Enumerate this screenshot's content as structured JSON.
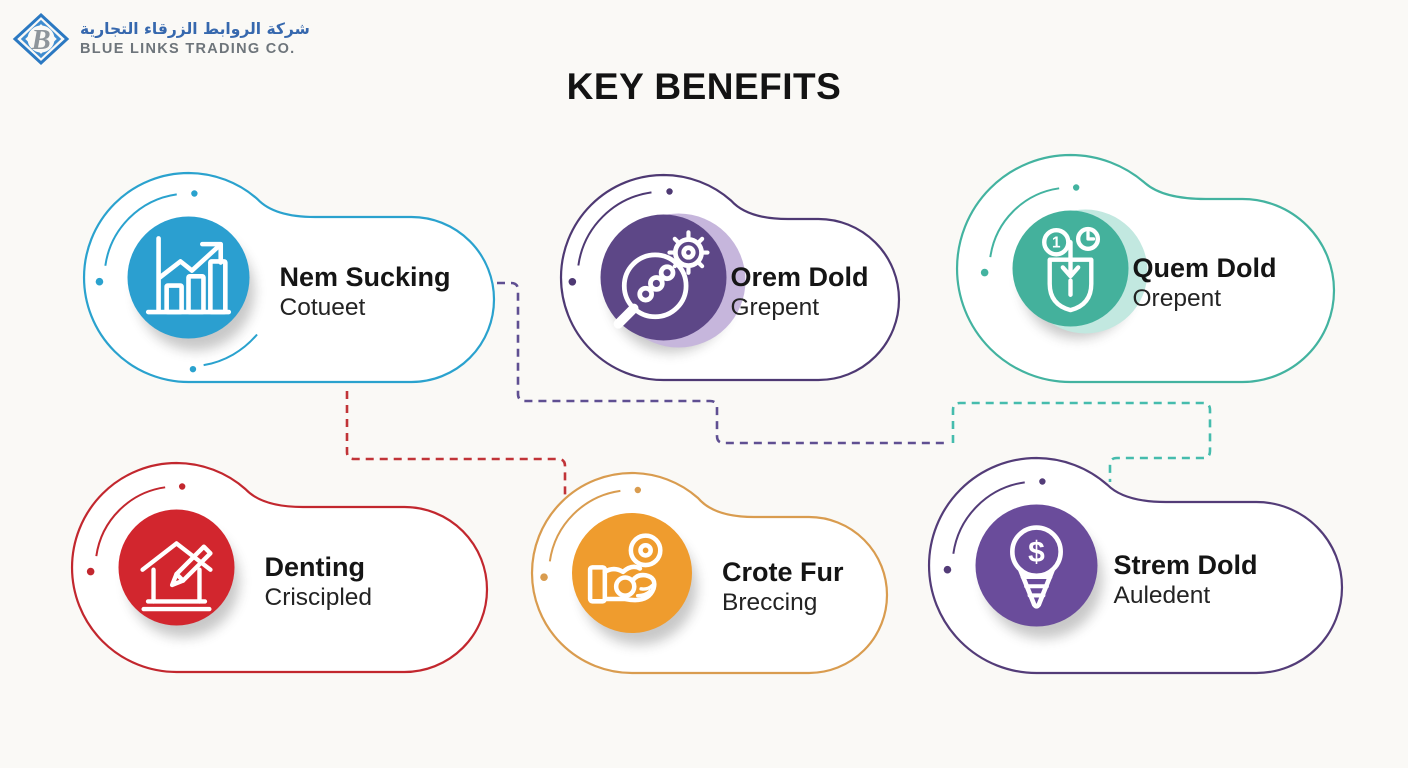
{
  "logo": {
    "arabic_name": "شركة الروابط الزرقاء التجارية",
    "english_name": "BLUE LINKS TRADING CO.",
    "monogram": "B"
  },
  "title": "KEY BENEFITS",
  "colors": {
    "background": "#FAF9F6",
    "title_text": "#131313",
    "logo_blue_outer": "#2B79C2",
    "logo_blue_mid": "#3E8CD0",
    "logo_blue_inner": "#5EA3DC",
    "logo_monogram_gray": "#8E959B",
    "logo_arabic_blue": "#3668AE",
    "logo_english_gray": "#6E757B"
  },
  "cards": [
    {
      "id": "nem-sucking",
      "title": "Nem Sucking",
      "subtitle": "Cotueet",
      "icon": "bar-chart-growth-icon",
      "fill": "#2B9FD0",
      "outline": "#2AA2CE",
      "accent": "#2AA2CE",
      "tint": "#BFE2F0"
    },
    {
      "id": "orem-dold",
      "title": "Orem Dold",
      "subtitle": "Grepent",
      "icon": "search-gears-icon",
      "fill": "#5D4787",
      "outline": "#4E3973",
      "accent": "#4E3973",
      "tint": "#C6B6DC"
    },
    {
      "id": "quem-dold",
      "title": "Quem Dold",
      "subtitle": "Orepent",
      "icon": "shield-clock-icon",
      "fill": "#44B19C",
      "outline": "#43B3A0",
      "accent": "#43B3A0",
      "tint": "#C2E8E0"
    },
    {
      "id": "denting",
      "title": "Denting",
      "subtitle": "Criscipled",
      "icon": "house-pencil-icon",
      "fill": "#D2262E",
      "outline": "#C2272E",
      "accent": "#C2272E",
      "tint": "#F2C7C9"
    },
    {
      "id": "crote-fur",
      "title": "Crote Fur",
      "subtitle": "Breccing",
      "icon": "hand-coin-icon",
      "fill": "#EF9C2E",
      "outline": "#D99C4F",
      "accent": "#D99C4F",
      "tint": "#F7DDB5"
    },
    {
      "id": "strem-dold",
      "title": "Strem Dold",
      "subtitle": "Auledent",
      "icon": "dollar-bulb-icon",
      "fill": "#6A4C9B",
      "outline": "#533C78",
      "accent": "#533C78",
      "tint": "#CFC2E4"
    }
  ],
  "connectors": [
    {
      "name": "red-dashed-connector",
      "color": "#C13438",
      "style": "dashed"
    },
    {
      "name": "purple-dashed-connector",
      "color": "#5F4F92",
      "style": "dashed"
    },
    {
      "name": "teal-dashed-connector",
      "color": "#45BCAD",
      "style": "dashed"
    }
  ]
}
